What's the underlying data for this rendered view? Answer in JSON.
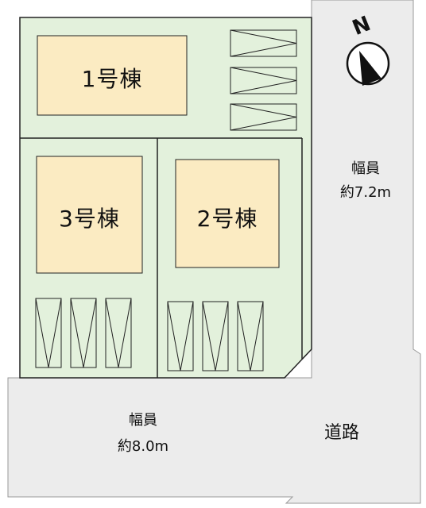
{
  "buildings": [
    {
      "id": "building-1",
      "label": "1号棟"
    },
    {
      "id": "building-2",
      "label": "2号棟"
    },
    {
      "id": "building-3",
      "label": "3号棟"
    }
  ],
  "roads": {
    "east": {
      "width_label": "幅員",
      "width_value": "約7.2m"
    },
    "south": {
      "width_label": "幅員",
      "width_value": "約8.0m"
    },
    "name": "道路"
  },
  "compass": {
    "label": "N"
  },
  "colors": {
    "lot": "#e3f1dc",
    "building": "#fbebc2",
    "road": "#ececec",
    "outline": "#222222"
  }
}
